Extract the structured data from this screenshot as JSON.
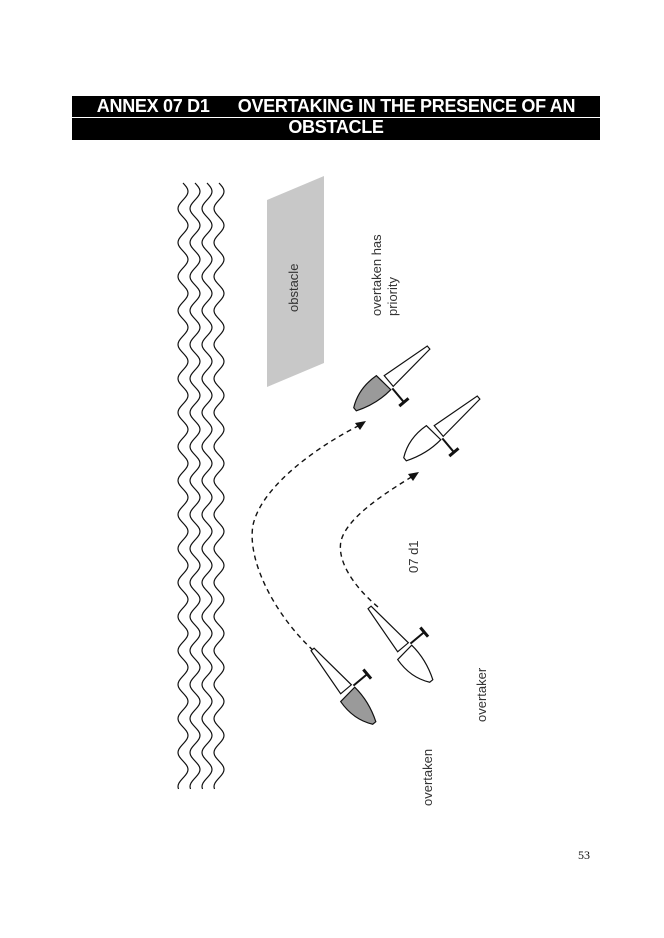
{
  "header": {
    "annex_code": "ANNEX 07 D1",
    "title_line1": "OVERTAKING IN THE PRESENCE OF AN",
    "title_line2": "OBSTACLE"
  },
  "figure": {
    "obstacle_label": "obstacle",
    "priority_line1": "overtaken has",
    "priority_line2": "priority",
    "rule_label": "07 d1",
    "overtaker_label": "overtaker",
    "overtaken_label": "overtaken",
    "colors": {
      "obstacle_fill": "#c8c8c8",
      "overtaken_sail": "#9a9a9a",
      "overtaker_sail": "#ffffff"
    }
  },
  "page": {
    "number": "53"
  }
}
